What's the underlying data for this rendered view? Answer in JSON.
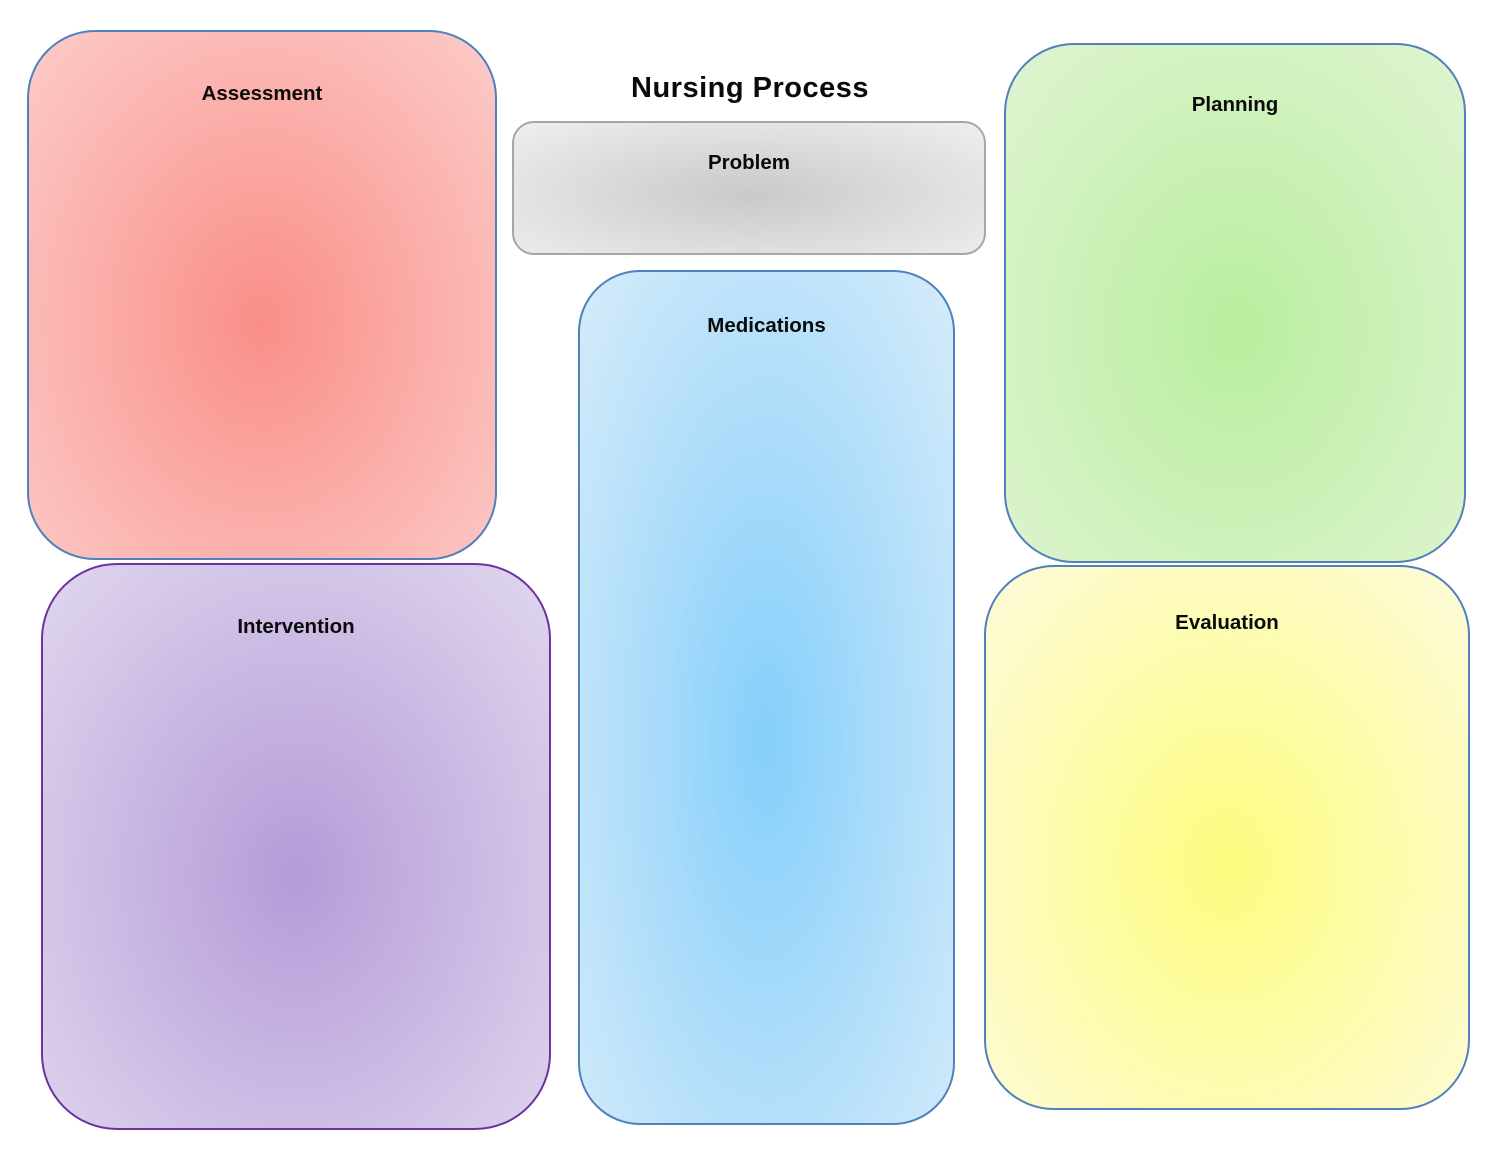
{
  "title": "Nursing Process",
  "boxes": [
    {
      "label": "Assessment",
      "fill_center": "#fa8e88",
      "fill_edge": "#fcc9c6",
      "border_color": "#4f81bd"
    },
    {
      "label": "Problem",
      "fill_center": "#c9c9c9",
      "fill_edge": "#ededed",
      "border_color": "#a6a6a6"
    },
    {
      "label": "Medications",
      "fill_center": "#85cffb",
      "fill_edge": "#d3eafa",
      "border_color": "#4f81bd"
    },
    {
      "label": "Planning",
      "fill_center": "#b9ee9e",
      "fill_edge": "#def4d0",
      "border_color": "#4f81bd"
    },
    {
      "label": "Intervention",
      "fill_center": "#b49bd8",
      "fill_edge": "#ded4ed",
      "border_color": "#7030a0"
    },
    {
      "label": "Evaluation",
      "fill_center": "#fdfc7f",
      "fill_edge": "#fdfbd6",
      "border_color": "#4f81bd"
    }
  ]
}
